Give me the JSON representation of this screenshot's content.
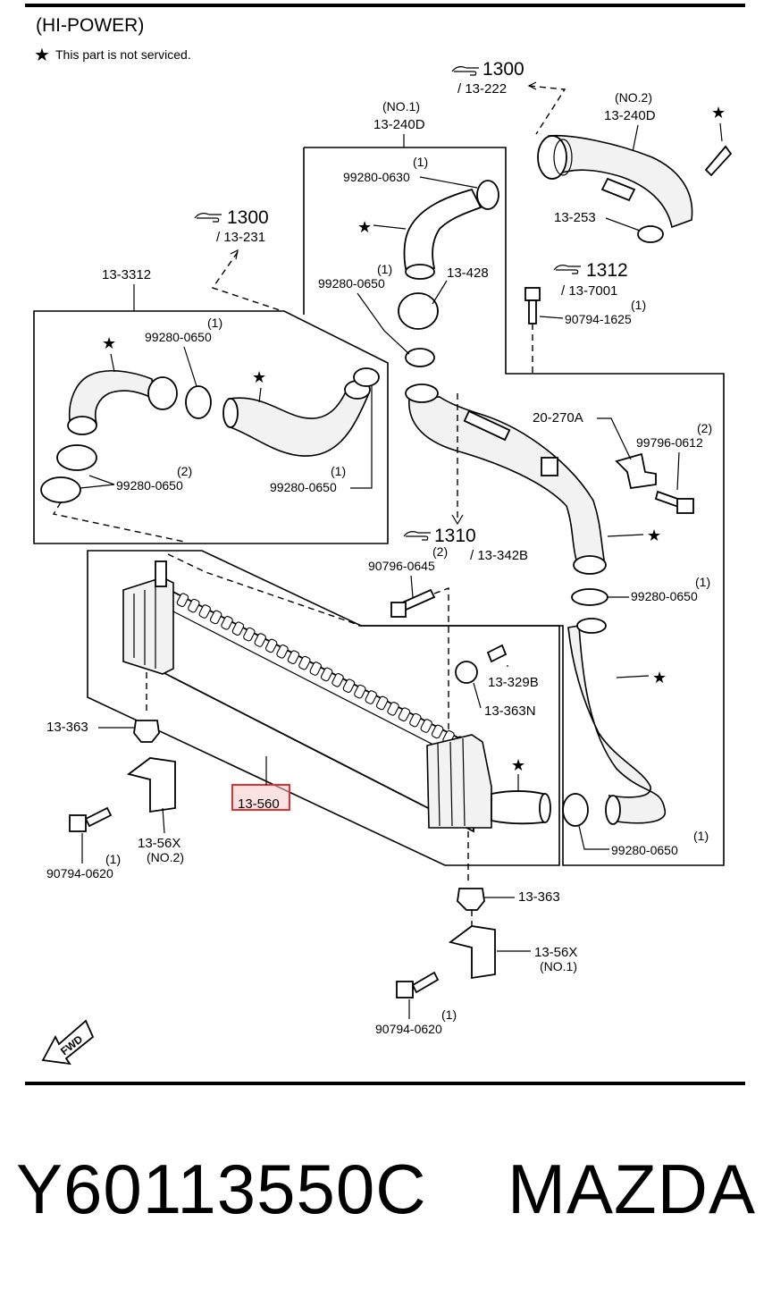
{
  "header": {
    "title": "(HI-POWER)",
    "legend_star": "★",
    "legend_text": "This part is not serviced."
  },
  "refs": {
    "r1300_top": {
      "num": "1300",
      "sub": "/ 13-222"
    },
    "r1300_left": {
      "num": "1300",
      "sub": "/ 13-231"
    },
    "r1312": {
      "num": "1312",
      "sub": "/ 13-7001"
    },
    "r1310": {
      "num": "1310",
      "sub": "/ 13-342B"
    }
  },
  "labels": {
    "no1": "(NO.1)",
    "p240d_1": "13-240D",
    "no2": "(NO.2)",
    "p240d_2": "13-240D",
    "q_1a": "(1)",
    "p_0630": "99280-0630",
    "q_1b": "(1)",
    "p_0650_a": "99280-0650",
    "p_428": "13-428",
    "p_253": "13-253",
    "q_1c": "(1)",
    "p_1625": "90794-1625",
    "p_3312": "13-3312",
    "q_1d": "(1)",
    "p_0650_b": "99280-0650",
    "q_2a": "(2)",
    "p_0650_c": "99280-0650",
    "q_1e": "(1)",
    "p_0650_d": "99280-0650",
    "p_270a": "20-270A",
    "q_2b": "(2)",
    "p_0612": "99796-0612",
    "q_2c": "(2)",
    "p_0645": "90796-0645",
    "q_1f": "(1)",
    "p_0650_e": "99280-0650",
    "p_329b": "13-329B",
    "p_363n": "13-363N",
    "p_363_a": "13-363",
    "p_560": "13-560",
    "p_56x_a": "13-56X",
    "no2_b": "(NO.2)",
    "q_1g": "(1)",
    "p_0620_a": "90794-0620",
    "q_1h": "(1)",
    "p_0650_f": "99280-0650",
    "p_363_b": "13-363",
    "p_56x_b": "13-56X",
    "no1_b": "(NO.1)",
    "q_1i": "(1)",
    "p_0620_b": "90794-0620",
    "fwd": "FWD",
    "star": "★"
  },
  "footer": {
    "part_number": "Y60113550C",
    "brand": "MAZDA"
  },
  "colors": {
    "ink": "#000000",
    "highlight_border": "#e03030",
    "highlight_fill": "#f7c9c9"
  }
}
